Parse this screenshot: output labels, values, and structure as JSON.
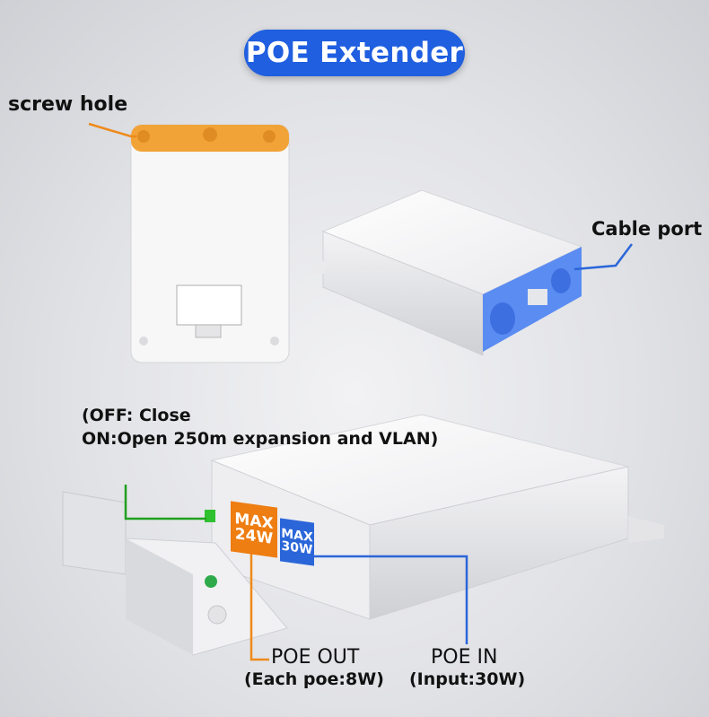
{
  "title": "POE Extender",
  "labels": {
    "screw_hole": "screw hole",
    "cable_port": "Cable port",
    "switch_off": "(OFF: Close",
    "switch_on": "ON:Open 250m expansion and VLAN)",
    "poe_out_title": "POE OUT",
    "poe_out_sub": "(Each poe:8W)",
    "poe_in_title": "POE IN",
    "poe_in_sub": "(Input:30W)"
  },
  "tags": {
    "out_line1": "MAX",
    "out_line2": "24W",
    "in_line1": "MAX",
    "in_line2": "30W"
  },
  "colors": {
    "accent_blue": "#1f5fe0",
    "accent_orange": "#ee8a1a",
    "accent_green": "#1fa01f"
  }
}
